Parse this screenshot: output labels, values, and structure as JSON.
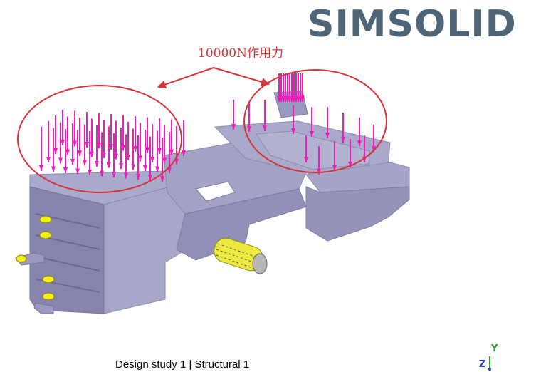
{
  "header": {
    "logo_text": "SIMSOLID"
  },
  "annotation": {
    "label": "10000N作用力",
    "color": "#d8323b"
  },
  "footer": {
    "study_label": "Design study 1 | Structural  1"
  },
  "triad": {
    "y_label": "Y",
    "z_label": "Z",
    "y_color": "#22a02a",
    "z_color": "#1f3fcc"
  },
  "colors": {
    "part": "#9e9ec2",
    "load_arrows": "#ee1fb7",
    "constraints": "#f2ee1b",
    "logo": "#4d6577"
  }
}
